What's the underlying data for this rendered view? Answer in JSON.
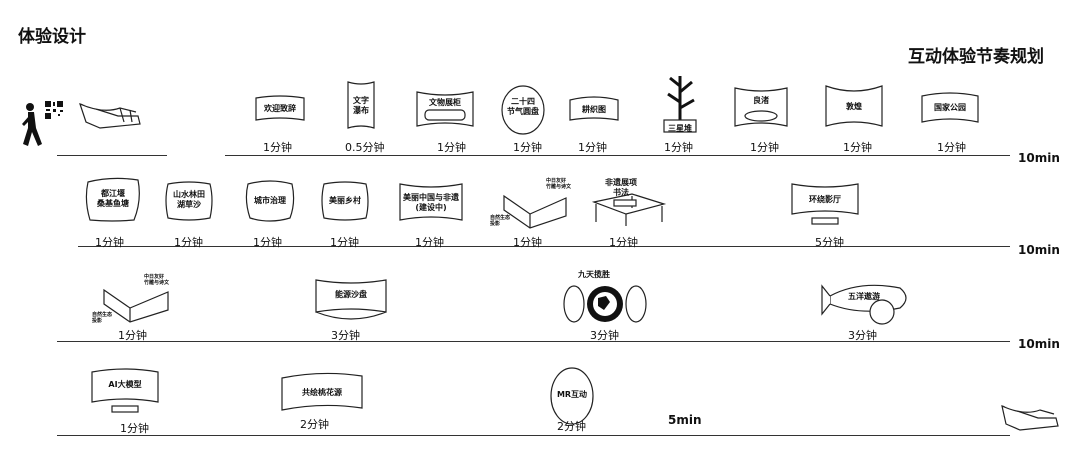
{
  "header": {
    "title": "体验设计",
    "subtitle": "互动体验节奏规划"
  },
  "rows": [
    {
      "total": "10min",
      "items": [
        {
          "label": "欢迎致辞",
          "duration": "1分钟"
        },
        {
          "label": "文字\n瀑布",
          "duration": "0.5分钟"
        },
        {
          "label": "文物展柜",
          "duration": "1分钟"
        },
        {
          "label": "二十四\n节气圆盘",
          "duration": "1分钟"
        },
        {
          "label": "耕织图",
          "duration": "1分钟"
        },
        {
          "label": "三星堆",
          "duration": "1分钟"
        },
        {
          "label": "良渚",
          "duration": "1分钟"
        },
        {
          "label": "敦煌",
          "duration": "1分钟"
        },
        {
          "label": "国家公园",
          "duration": "1分钟"
        }
      ]
    },
    {
      "total": "10min",
      "items": [
        {
          "label": "都江堰\n桑基鱼塘",
          "duration": "1分钟"
        },
        {
          "label": "山水林田\n湖草沙",
          "duration": "1分钟"
        },
        {
          "label": "城市治理",
          "duration": "1分钟"
        },
        {
          "label": "美丽乡村",
          "duration": "1分钟"
        },
        {
          "label": "美丽中国与非遗\n(建设中)",
          "duration": "1分钟"
        },
        {
          "label": "中日友好\n竹雕与诗文",
          "sublabel": "自然生态\n投影",
          "duration": "1分钟"
        },
        {
          "label": "非遗展项\n书法",
          "duration": "1分钟"
        },
        {
          "label": "环绕影厅",
          "duration": "5分钟"
        }
      ]
    },
    {
      "total": "10min",
      "items": [
        {
          "label": "中日友好\n竹雕与诗文",
          "sublabel": "自然生态\n投影",
          "duration": "1分钟"
        },
        {
          "label": "能源沙盘",
          "duration": "3分钟"
        },
        {
          "label": "九天揽胜",
          "duration": "3分钟"
        },
        {
          "label": "五洋遨游",
          "duration": "3分钟"
        }
      ]
    },
    {
      "total": "5min",
      "items": [
        {
          "label": "AI大模型",
          "duration": "1分钟"
        },
        {
          "label": "共绘桃花源",
          "duration": "2分钟"
        },
        {
          "label": "MR互动",
          "duration": "2分钟"
        }
      ]
    }
  ],
  "icons": {
    "qr": "qr-code-icon",
    "visitor": "walking-person-icon",
    "boat": "boat-stand-icon",
    "flame": "flame-icon"
  },
  "colors": {
    "accent": "#e2a230",
    "ink": "#222222"
  }
}
